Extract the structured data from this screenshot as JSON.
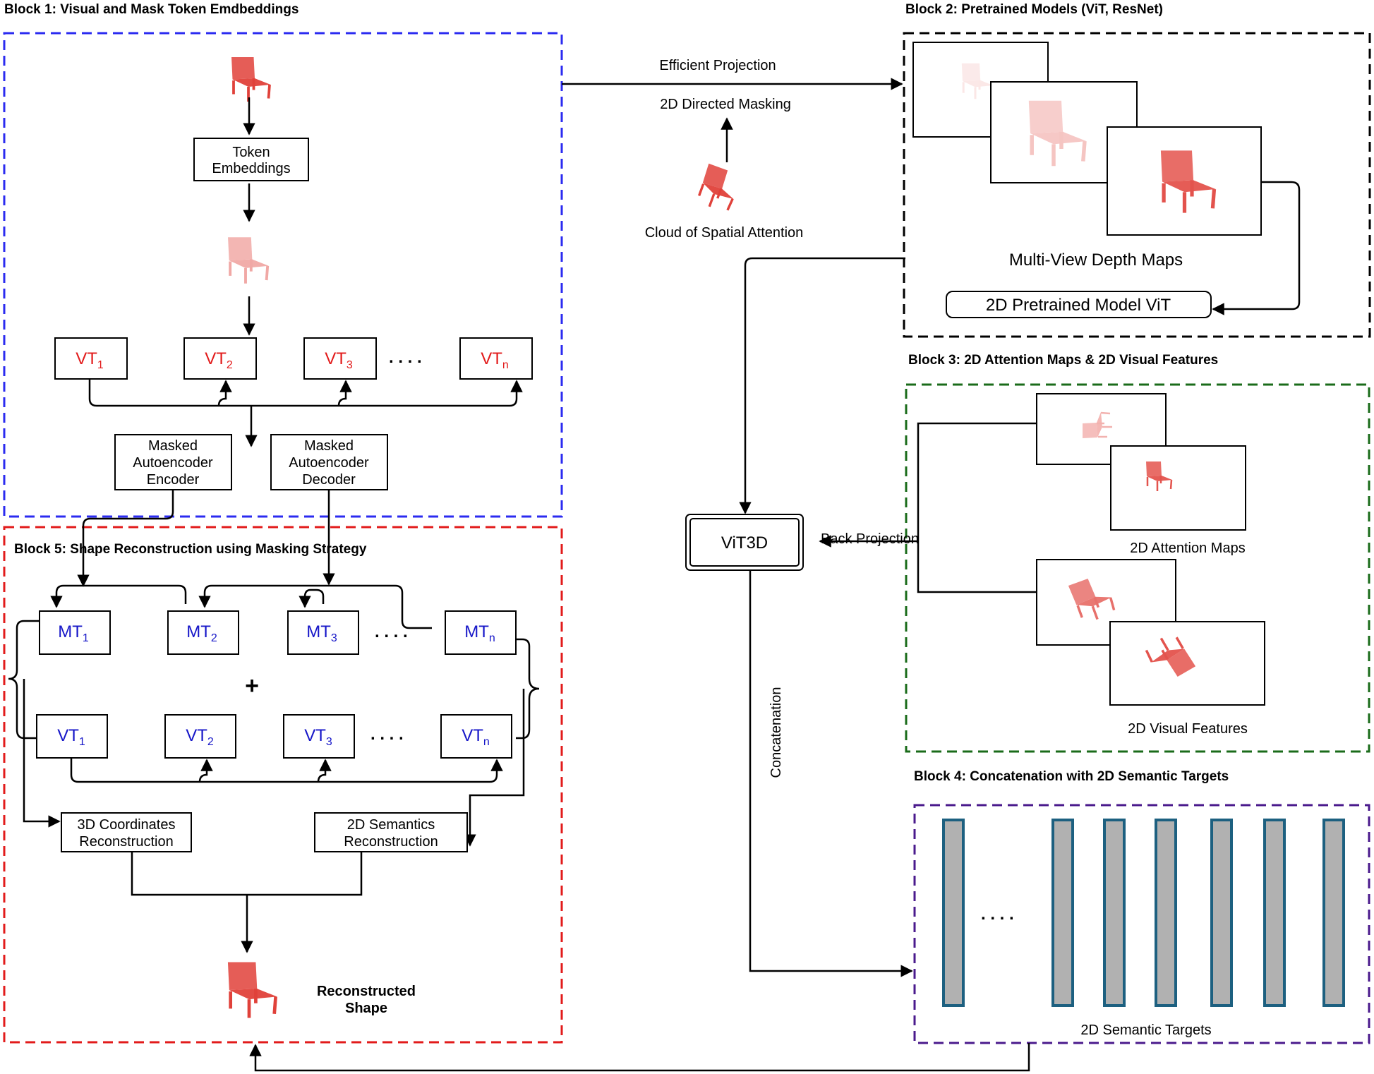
{
  "blocks": {
    "block1_title": "Block 1: Visual and Mask Token Emdbeddings",
    "block2_title": "Block 2: Pretrained Models (ViT, ResNet)",
    "block3_title": "Block 3: 2D Attention Maps & 2D Visual Features",
    "block4_title": "Block 4: Concatenation with 2D Semantic Targets",
    "block5_title": "Block 5: Shape Reconstruction using Masking Strategy"
  },
  "block1": {
    "token_embeddings": [
      "Token",
      "Embeddings"
    ],
    "vt_tokens": [
      {
        "base": "VT",
        "sub": "1"
      },
      {
        "base": "VT",
        "sub": "2"
      },
      {
        "base": "VT",
        "sub": "3"
      },
      {
        "base": "VT",
        "sub": "n"
      }
    ],
    "ellipsis": ". . . .",
    "encoder": [
      "Masked",
      "Autoencoder",
      "Encoder"
    ],
    "decoder": [
      "Masked",
      "Autoencoder",
      "Decoder"
    ]
  },
  "middle": {
    "efficient_projection": "Efficient Projection",
    "directed_masking": "2D Directed Masking",
    "spatial_attention": "Cloud of Spatial Attention",
    "vit3d": "ViT3D",
    "back_projection": "Back Projection",
    "concatenation": "Concatenation"
  },
  "block2": {
    "depth_maps": "Multi-View Depth Maps",
    "pretrained_vit": "2D Pretrained Model ViT"
  },
  "block3": {
    "attention_maps": "2D Attention Maps",
    "visual_features": "2D Visual Features"
  },
  "block4": {
    "semantic_targets": "2D Semantic Targets",
    "ellipsis": ". . . ."
  },
  "block5": {
    "mt_tokens": [
      {
        "base": "MT",
        "sub": "1"
      },
      {
        "base": "MT",
        "sub": "2"
      },
      {
        "base": "MT",
        "sub": "3"
      },
      {
        "base": "MT",
        "sub": "n"
      }
    ],
    "vt_tokens": [
      {
        "base": "VT",
        "sub": "1"
      },
      {
        "base": "VT",
        "sub": "2"
      },
      {
        "base": "VT",
        "sub": "3"
      },
      {
        "base": "VT",
        "sub": "n"
      }
    ],
    "plus": "+",
    "ellipsis": ". . . .",
    "coords_recon": [
      "3D Coordinates",
      "Reconstruction"
    ],
    "semantic_recon": [
      "2D Semantics",
      "Reconstruction"
    ],
    "reconstructed_shape": [
      "Reconstructed",
      "Shape"
    ]
  },
  "colors": {
    "block1_border": "#2b2bf0",
    "block2_border": "#000000",
    "block3_border": "#1a6b1a",
    "block4_border": "#4a1a8c",
    "block5_border": "#e21b1b",
    "token_red": "#e21b1b",
    "token_blue": "#1616c8",
    "bar_fill": "#b1b1b1",
    "bar_stroke": "#1d6080",
    "chair_red": "#e0413a"
  }
}
